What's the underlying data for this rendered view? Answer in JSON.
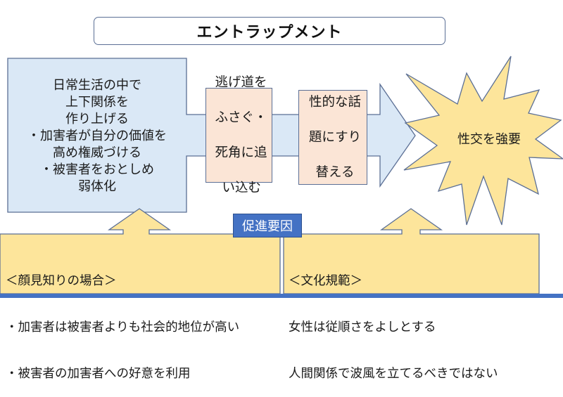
{
  "title": "エントラップメント",
  "process": {
    "stage1": {
      "lines": [
        "日常生活の中で",
        "上下関係を",
        "作り上げる",
        "・加害者が自分の価値を",
        "高め権威づける",
        "・被害者をおとしめ",
        "弱体化"
      ]
    },
    "stage2": {
      "lines": [
        "逃げ道を",
        "ふさぐ・",
        "死角に追",
        "い込む"
      ]
    },
    "stage3": {
      "lines": [
        "性的な話",
        "題にすり",
        "替える"
      ]
    },
    "outcome": {
      "label": "性交を強要"
    }
  },
  "factors": {
    "label": "促進要因",
    "acquaintance": {
      "heading": "＜顔見知りの場合＞",
      "items": [
        "・加害者は被害者よりも社会的地位が高い",
        "・被害者の加害者への好意を利用"
      ]
    },
    "cultural_norms": {
      "heading": "＜文化規範＞",
      "items": [
        "女性は従順さをよしとする",
        "人間関係で波風を立てるべきではない"
      ]
    }
  },
  "colors": {
    "stage1_fill": "#dae8f6",
    "step_fill": "#fbe5d6",
    "yellow_fill": "#fde59b",
    "outline": "#5b6f95",
    "accent_blue": "#4472c4"
  }
}
